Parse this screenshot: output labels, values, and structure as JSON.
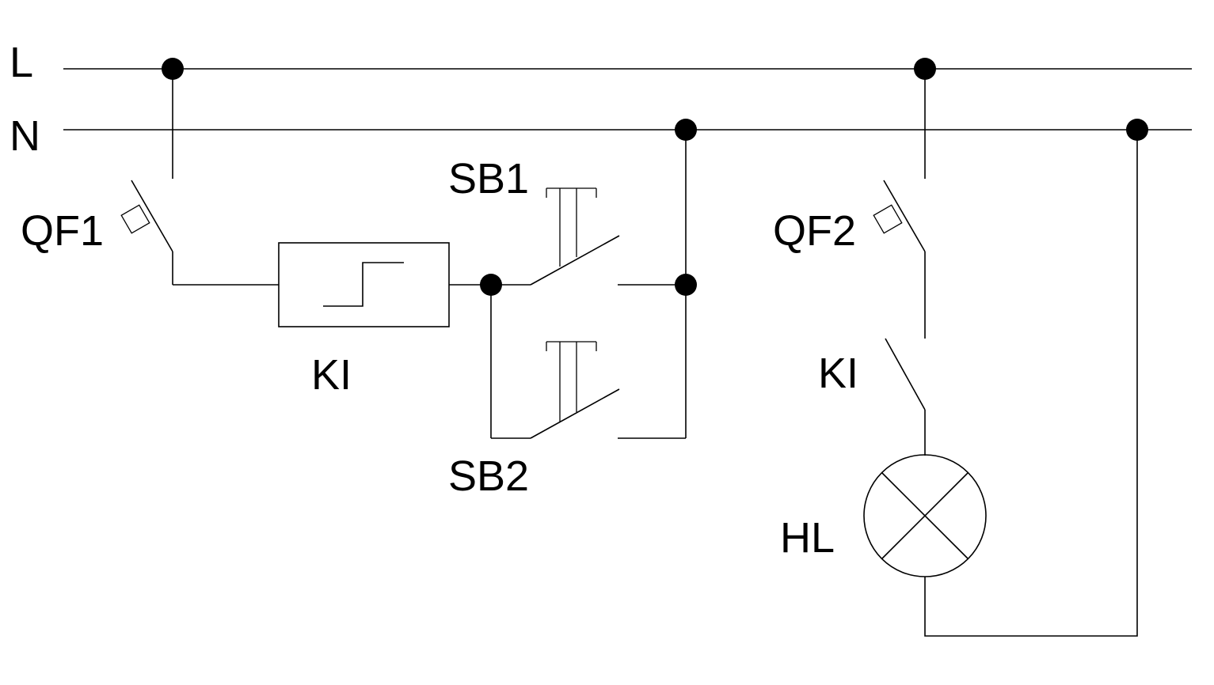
{
  "rails": {
    "line": "L",
    "neutral": "N"
  },
  "components": {
    "breaker_1": "QF1",
    "breaker_2": "QF2",
    "relay_coil": "KI",
    "relay_contact": "KI",
    "button_1": "SB1",
    "button_2": "SB2",
    "lamp": "HL"
  },
  "colors": {
    "ink": "#000000",
    "background": "#ffffff"
  }
}
